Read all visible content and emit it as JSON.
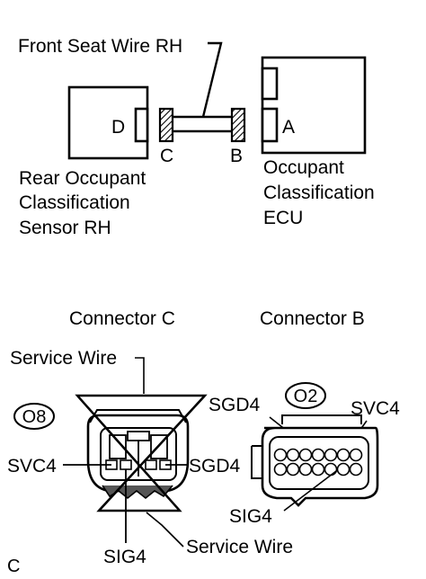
{
  "top": {
    "wire_label": "Front Seat Wire RH",
    "left_component": {
      "terminal": "D",
      "name_lines": [
        "Rear Occupant",
        "Classification",
        "Sensor RH"
      ]
    },
    "right_component": {
      "terminal": "A",
      "name_lines": [
        "Occupant",
        "Classification",
        "ECU"
      ]
    },
    "connector_left_letter": "C",
    "connector_right_letter": "B"
  },
  "bottom": {
    "connector_c": {
      "title": "Connector C",
      "code": "O8",
      "service_wire_top": "Service Wire",
      "pin_left": "SVC4",
      "pin_right": "SGD4",
      "pin_bottom": "SIG4",
      "service_wire_bottom": "Service Wire"
    },
    "connector_b": {
      "title": "Connector B",
      "code": "O2",
      "pin_top_left": "SGD4",
      "pin_top_right": "SVC4",
      "pin_bottom": "SIG4"
    },
    "corner_mark": "C"
  }
}
